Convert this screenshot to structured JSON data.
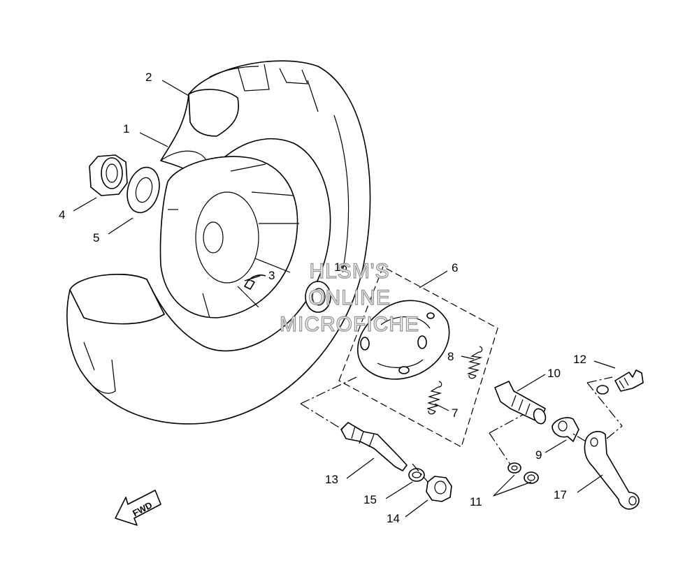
{
  "diagram": {
    "callouts": [
      "1",
      "2",
      "3",
      "4",
      "5",
      "6",
      "7",
      "8",
      "9",
      "10",
      "11",
      "12",
      "13",
      "14",
      "15",
      "16",
      "17"
    ],
    "watermark": [
      "HLSM'S",
      "ONLINE",
      "MICROFICHE"
    ],
    "fwd_label": "FWD"
  }
}
